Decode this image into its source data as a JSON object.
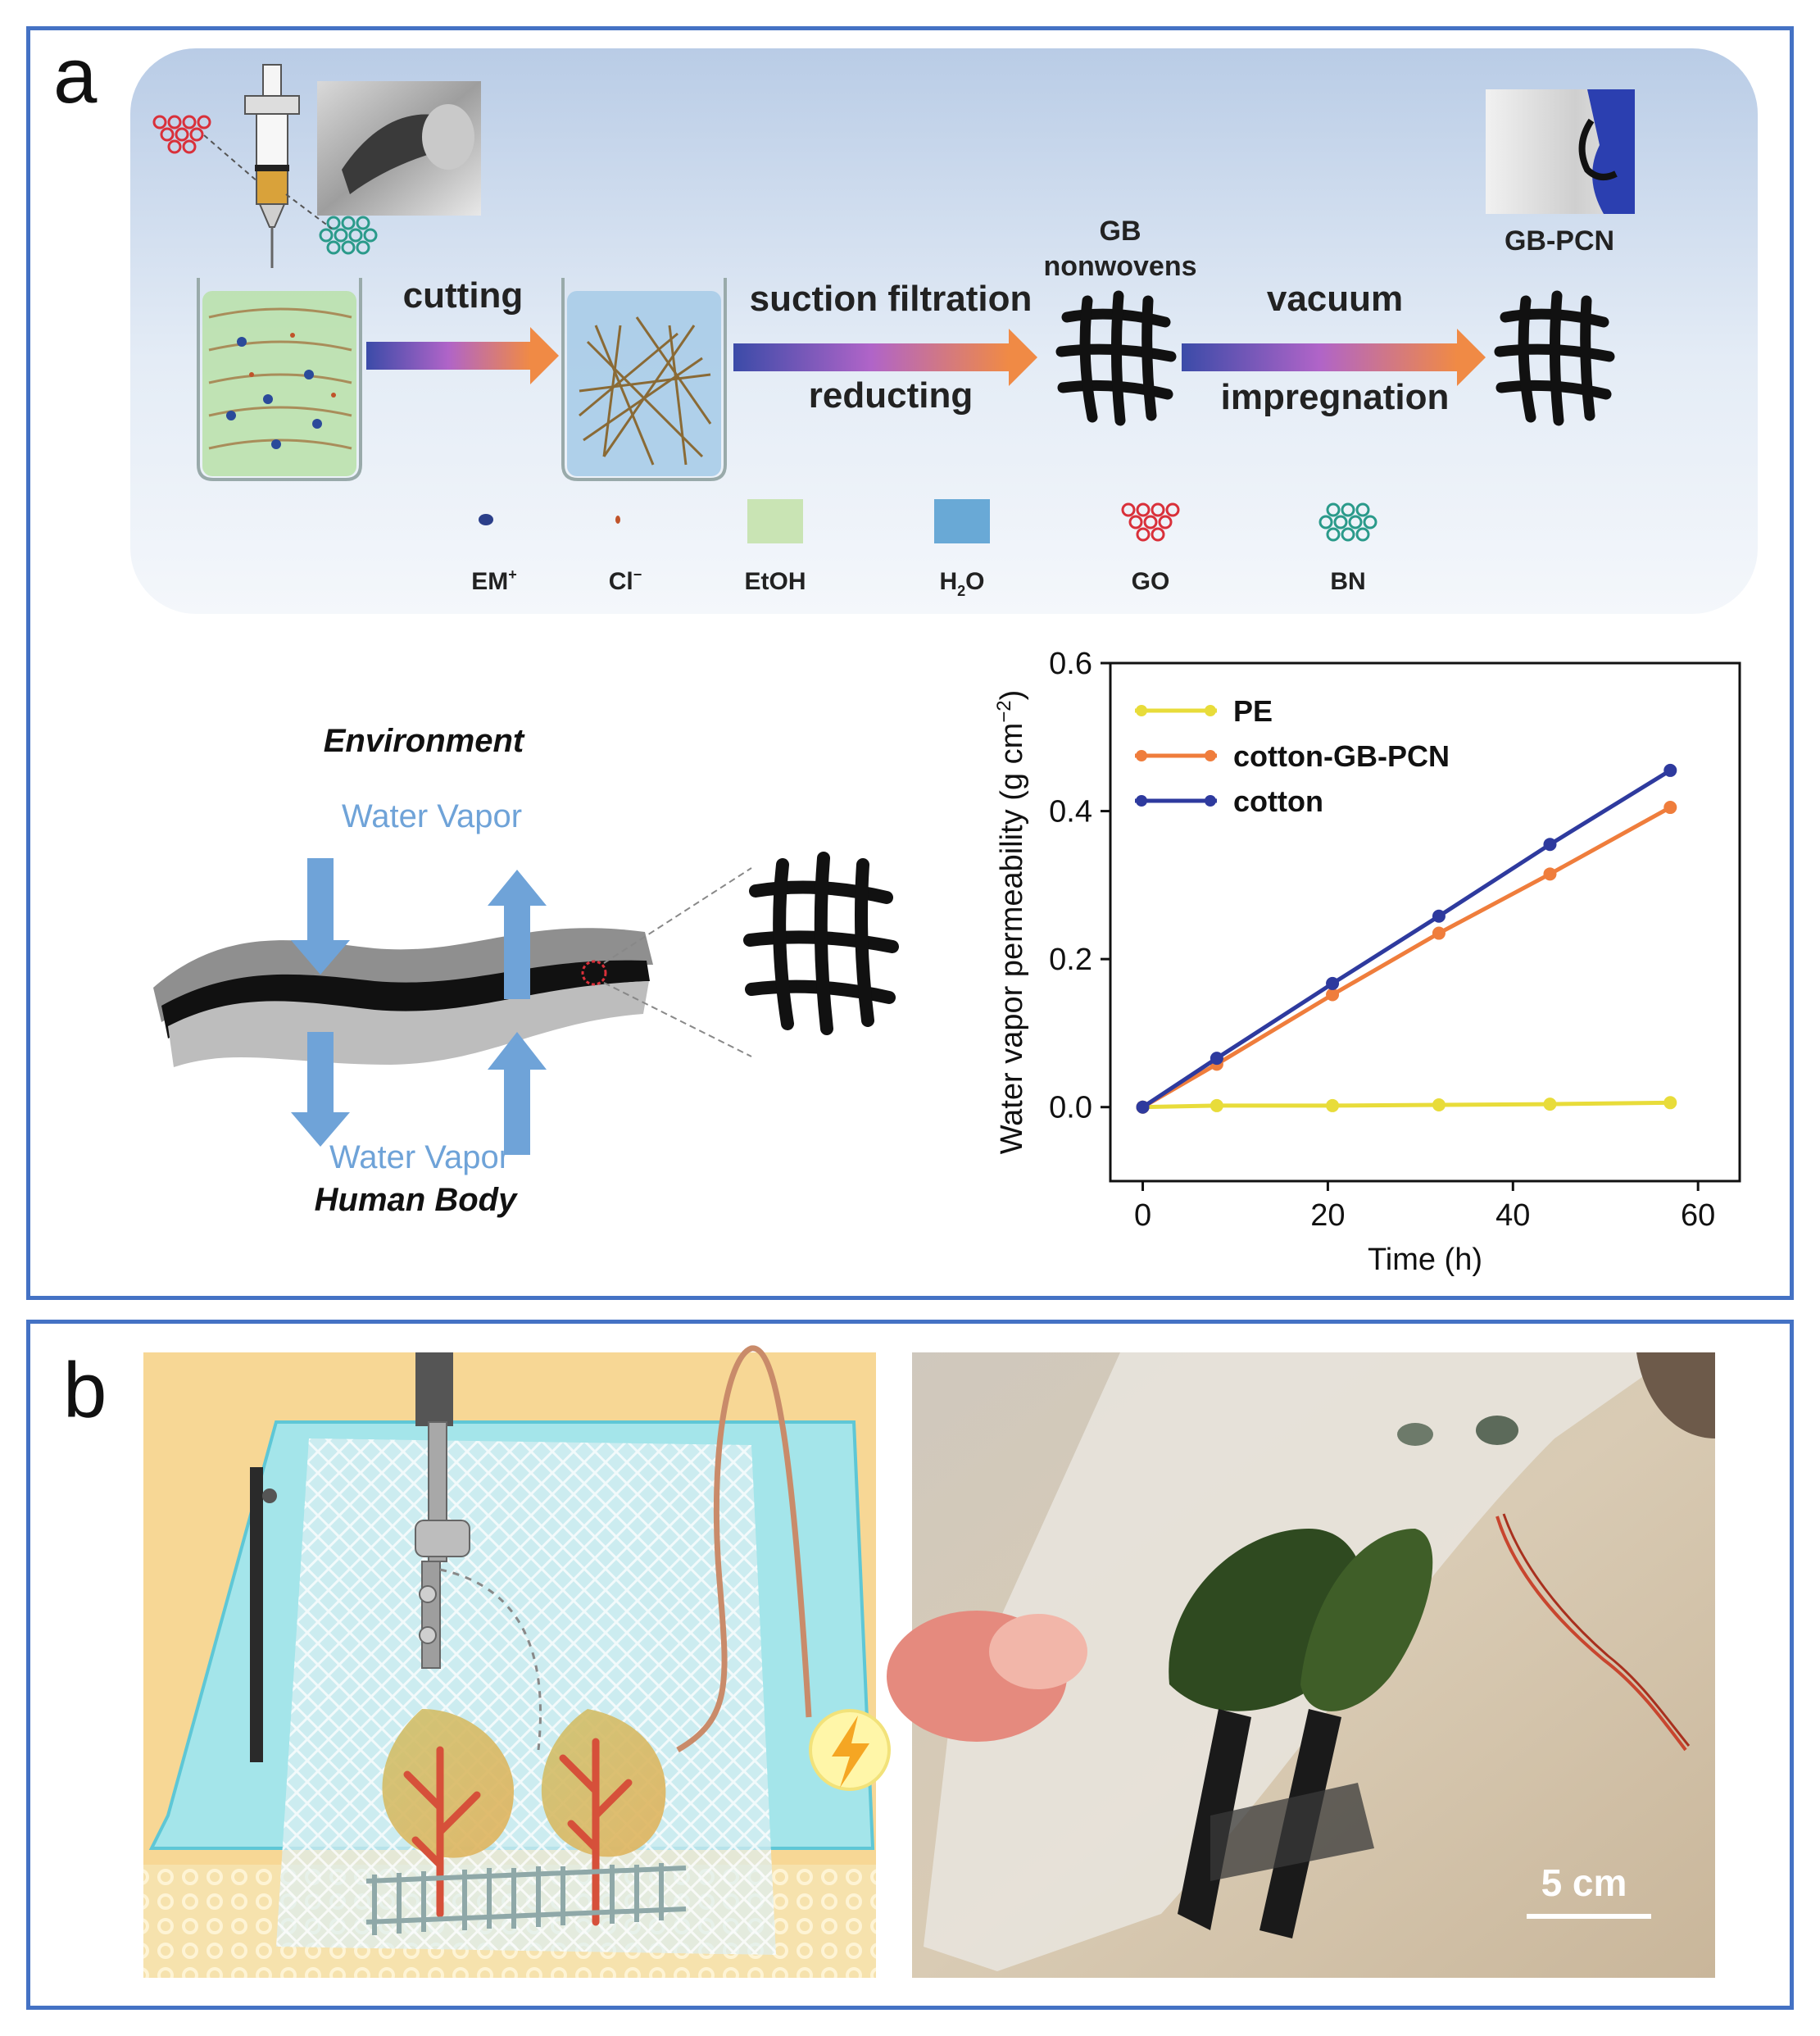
{
  "panel_a": {
    "label": "a",
    "process": {
      "step1": "cutting",
      "step2_top": "suction filtration",
      "step2_bottom": "reducting",
      "gb_line1": "GB",
      "gb_line2": "nonwovens",
      "step3_top": "vacuum",
      "step3_bottom": "impregnation",
      "product": "GB-PCN"
    },
    "legend": {
      "em_prefix": "EM",
      "em_sup": "+",
      "cl_prefix": "Cl",
      "cl_sup": "−",
      "etoh": "EtOH",
      "h2o_h": "H",
      "h2o_sub": "2",
      "h2o_o": "O",
      "go": "GO",
      "bn": "BN"
    },
    "schematic": {
      "environment": "Environment",
      "vapor_top": "Water Vapor",
      "vapor_bottom": "Water Vapor",
      "human_body": "Human Body"
    },
    "chart_data": {
      "type": "line",
      "xlabel": "Time (h)",
      "ylabel_main": "Water vapor permeability (g cm",
      "ylabel_sup": "−2",
      "ylabel_end": ")",
      "xlim": [
        -3.5,
        64.5
      ],
      "ylim": [
        -0.1,
        0.6
      ],
      "xticks": [
        0,
        20,
        40,
        60
      ],
      "yticks": [
        0.0,
        0.2,
        0.4,
        0.6
      ],
      "xtick_labels": [
        "0",
        "20",
        "40",
        "60"
      ],
      "ytick_labels": [
        "0.0",
        "0.2",
        "0.4",
        "0.6"
      ],
      "legend_position": "upper-left",
      "series": [
        {
          "name": "PE",
          "color": "#E8DC3A",
          "x": [
            0,
            8,
            20.5,
            32,
            44,
            57
          ],
          "y": [
            0.0,
            0.002,
            0.002,
            0.003,
            0.004,
            0.006
          ]
        },
        {
          "name": "cotton-GB-PCN",
          "color": "#EF7D3C",
          "x": [
            0,
            8,
            20.5,
            32,
            44,
            57
          ],
          "y": [
            0.0,
            0.058,
            0.152,
            0.235,
            0.315,
            0.405
          ]
        },
        {
          "name": "cotton",
          "color": "#2E3A9E",
          "x": [
            0,
            8,
            20.5,
            32,
            44,
            57
          ],
          "y": [
            0.0,
            0.066,
            0.167,
            0.258,
            0.355,
            0.455
          ]
        }
      ]
    }
  },
  "panel_b": {
    "label": "b",
    "scale_bar": "5 cm"
  },
  "colors": {
    "frame": "#4472C4",
    "arrow_start": "#3B4BA8",
    "arrow_mid": "#B064C8",
    "arrow_end": "#F08A45",
    "vapor": "#6FA3D8"
  }
}
